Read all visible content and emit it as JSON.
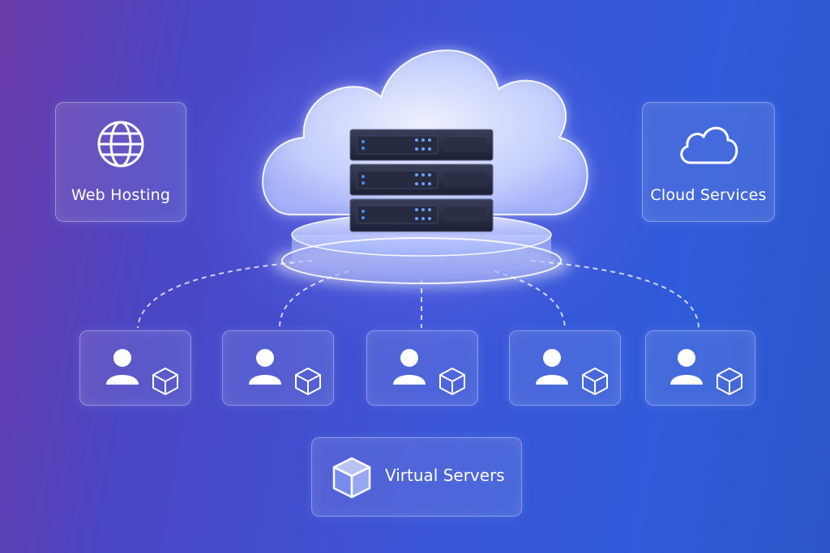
{
  "cards": {
    "web_hosting": {
      "label": "Web Hosting",
      "icon": "globe-icon"
    },
    "cloud_services": {
      "label": "Cloud Services",
      "icon": "cloud-icon"
    },
    "virtual_servers": {
      "label": "Virtual Servers",
      "icon": "cube-icon"
    }
  },
  "center": {
    "icon": "server-rack-icon",
    "container": "cloud-shape"
  },
  "user_nodes": [
    {
      "icons": [
        "user-icon",
        "cube-icon"
      ]
    },
    {
      "icons": [
        "user-icon",
        "cube-icon"
      ]
    },
    {
      "icons": [
        "user-icon",
        "cube-icon"
      ]
    },
    {
      "icons": [
        "user-icon",
        "cube-icon"
      ]
    },
    {
      "icons": [
        "user-icon",
        "cube-icon"
      ]
    }
  ],
  "colors": {
    "background_left": "#6a3aa8",
    "background_right": "#2f5bd9",
    "glow": "#cfe0ff",
    "server_led": "#4a8cff"
  }
}
